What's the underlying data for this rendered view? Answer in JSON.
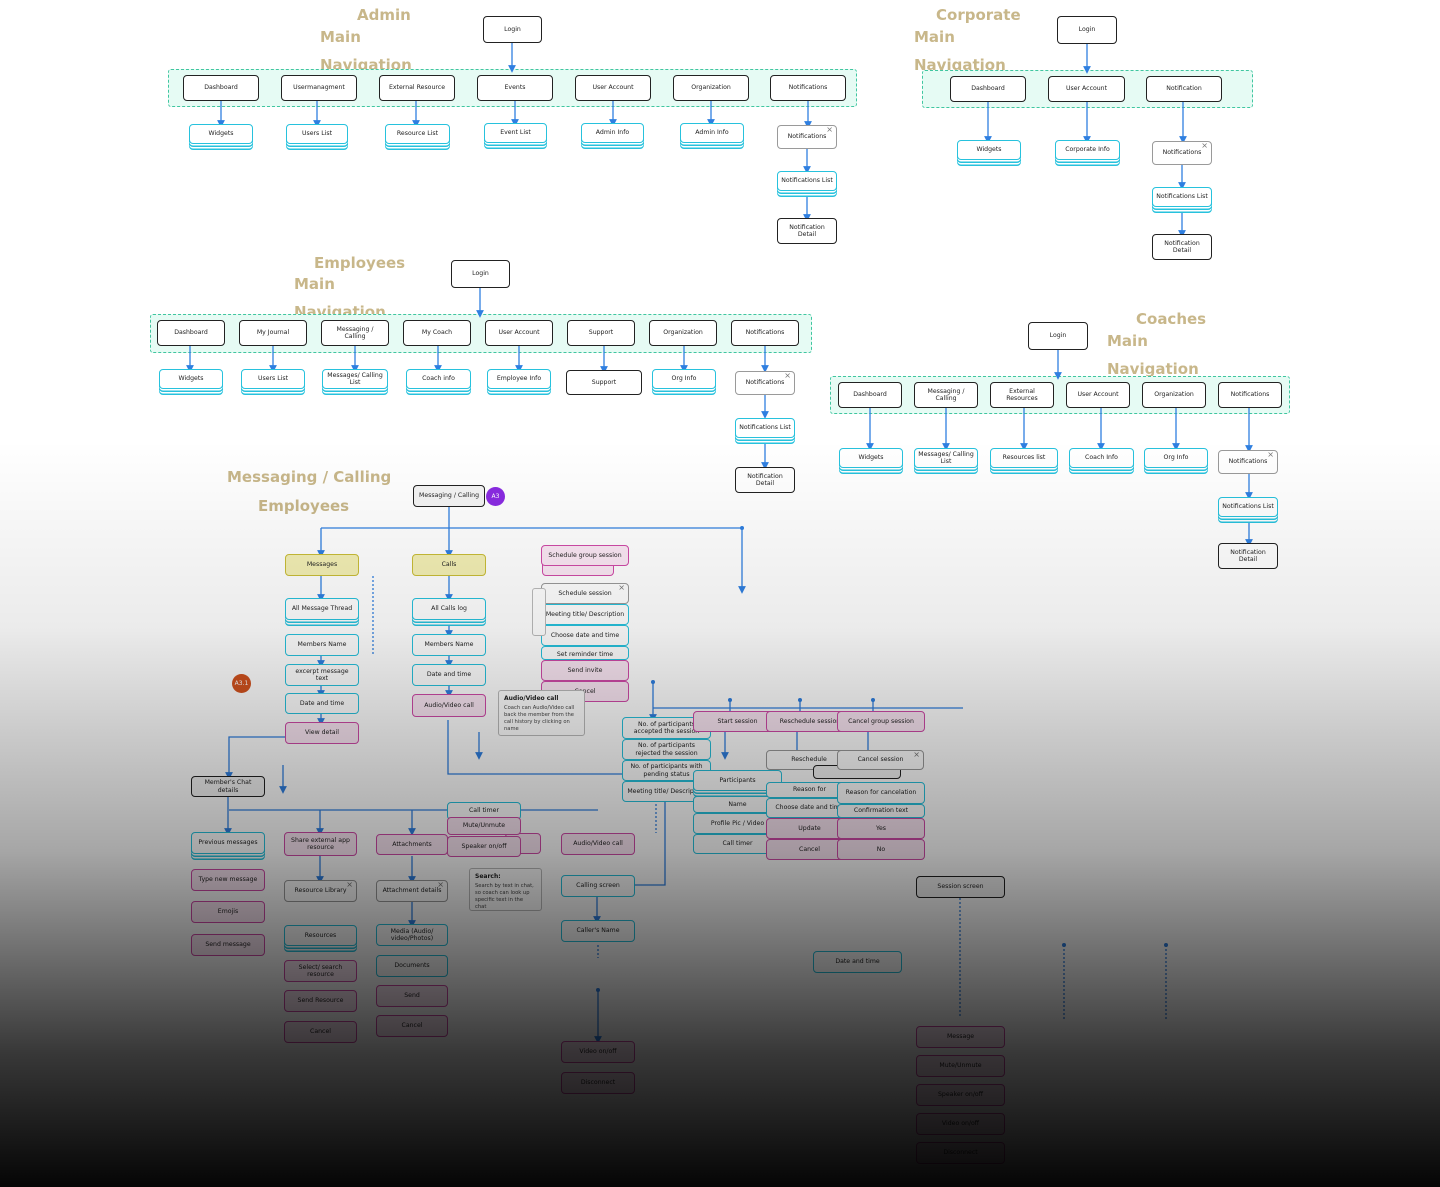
{
  "colors": {
    "connector": "#2f7fe0",
    "band_border": "#40c6a0",
    "band_fill": "#e6fbf4",
    "title": "#c8b78a",
    "cyan": "#27c2dd",
    "pink": "#d04aa8",
    "yellow": "#c9bd37",
    "badge_a3": "#8a2be2",
    "badge_a31": "#d2521e"
  },
  "titles": {
    "admin": [
      "Admin",
      "Main",
      "Navigation"
    ],
    "corporate": [
      "Corporate",
      "Main",
      "Navigation"
    ],
    "employees": [
      "Employees",
      "Main",
      "Navigation"
    ],
    "coaches": [
      "Coaches",
      "Main",
      "Navigation"
    ],
    "messaging": [
      "Messaging / Calling",
      "Employees"
    ]
  },
  "admin": {
    "login": "Login",
    "nav": [
      "Dashboard",
      "Usermanagment",
      "External Resource",
      "Events",
      "User Account",
      "Organization",
      "Notifications"
    ],
    "children": [
      "Widgets",
      "Users List",
      "Resource List",
      "Event List",
      "Admin Info",
      "Admin Info"
    ],
    "notif": [
      "Notifications",
      "Notifications List",
      "Notification Detail"
    ]
  },
  "corporate": {
    "login": "Login",
    "nav": [
      "Dashboard",
      "User Account",
      "Notification"
    ],
    "children": [
      "Widgets",
      "Corporate Info"
    ],
    "notif": [
      "Notifications",
      "Notifications List",
      "Notification Detail"
    ]
  },
  "employees": {
    "login": "Login",
    "nav": [
      "Dashboard",
      "My Journal",
      "Messaging / Calling",
      "My Coach",
      "User Account",
      "Support",
      "Organization",
      "Notifications"
    ],
    "children": [
      "Widgets",
      "Users List",
      "Messages/ Calling List",
      "Coach info",
      "Employee Info",
      "Support",
      "Org Info"
    ],
    "notif": [
      "Notifications",
      "Notifications List",
      "Notification Detail"
    ]
  },
  "coaches": {
    "login": "Login",
    "nav": [
      "Dashboard",
      "Messaging / Calling",
      "External Resources",
      "User Account",
      "Organization",
      "Notifications"
    ],
    "children": [
      "Widgets",
      "Messages/ Calling List",
      "Resources list",
      "Coach Info",
      "Org Info"
    ],
    "notif": [
      "Notifications",
      "Notifications List",
      "Notification Detail"
    ]
  },
  "messaging": {
    "root": "Messaging / Calling",
    "badge_a3": "A3",
    "badge_a31": "A3.1",
    "messages": [
      "Messages",
      "All Message Thread",
      "Members Name",
      "excerpt message text",
      "Date and time",
      "View detail"
    ],
    "calls": [
      "Calls",
      "All Calls log",
      "Members Name",
      "Date and time",
      "Audio/Video call"
    ],
    "schedule": [
      "Schedule group session",
      "Schedule session",
      "Meeting title/ Description",
      "Choose date and time",
      "Set reminder time",
      "Send invite",
      "Cancel"
    ],
    "audio_note": {
      "title": "Audio/Video call",
      "body": "Coach can Audio/Video call back the member from the call history by clicking on name"
    },
    "chat_details": "Member's Chat details",
    "chat_children": [
      "Previous messages",
      "Type new message",
      "Emojis",
      "Send message"
    ],
    "share": [
      "Share external app resource",
      "Resource Library",
      "Resources",
      "Select/ search resource",
      "Send Resource",
      "Cancel"
    ],
    "attach": [
      "Attachments",
      "Attachment details",
      "Media (Audio/ video/Photos)",
      "Documents",
      "Send",
      "Cancel"
    ],
    "call_popup": [
      "Call timer",
      "Mute/Unmute",
      "Speaker on/off"
    ],
    "search_note": {
      "title": "Search:",
      "body": "Search by text in chat, so coach can look up specific text in the chat"
    },
    "calling": [
      "Audio/Video call",
      "Calling screen",
      "Caller's Name",
      "Video on/off",
      "Disconnect"
    ],
    "participants": [
      "No. of participants accepted the session",
      "No. of participants rejected the session",
      "No. of participants with pending status",
      "Meeting title/ Description"
    ],
    "start": [
      "Start session",
      "Participants",
      "Name",
      "Profile Pic / Video",
      "Call timer"
    ],
    "reschedule": [
      "Reschedule session",
      "Reschedule",
      "Reason for",
      "Choose date and time",
      "Update",
      "Cancel"
    ],
    "cancel_group": [
      "Cancel group session",
      "Cancel session",
      "Reason for cancelation",
      "Confirmation text",
      "Yes",
      "No"
    ],
    "session_screen": "Session screen",
    "date_time": "Date and time",
    "session_list": [
      "Message",
      "Mute/Unmute",
      "Speaker on/off",
      "Video on/off",
      "Disconnect"
    ]
  }
}
